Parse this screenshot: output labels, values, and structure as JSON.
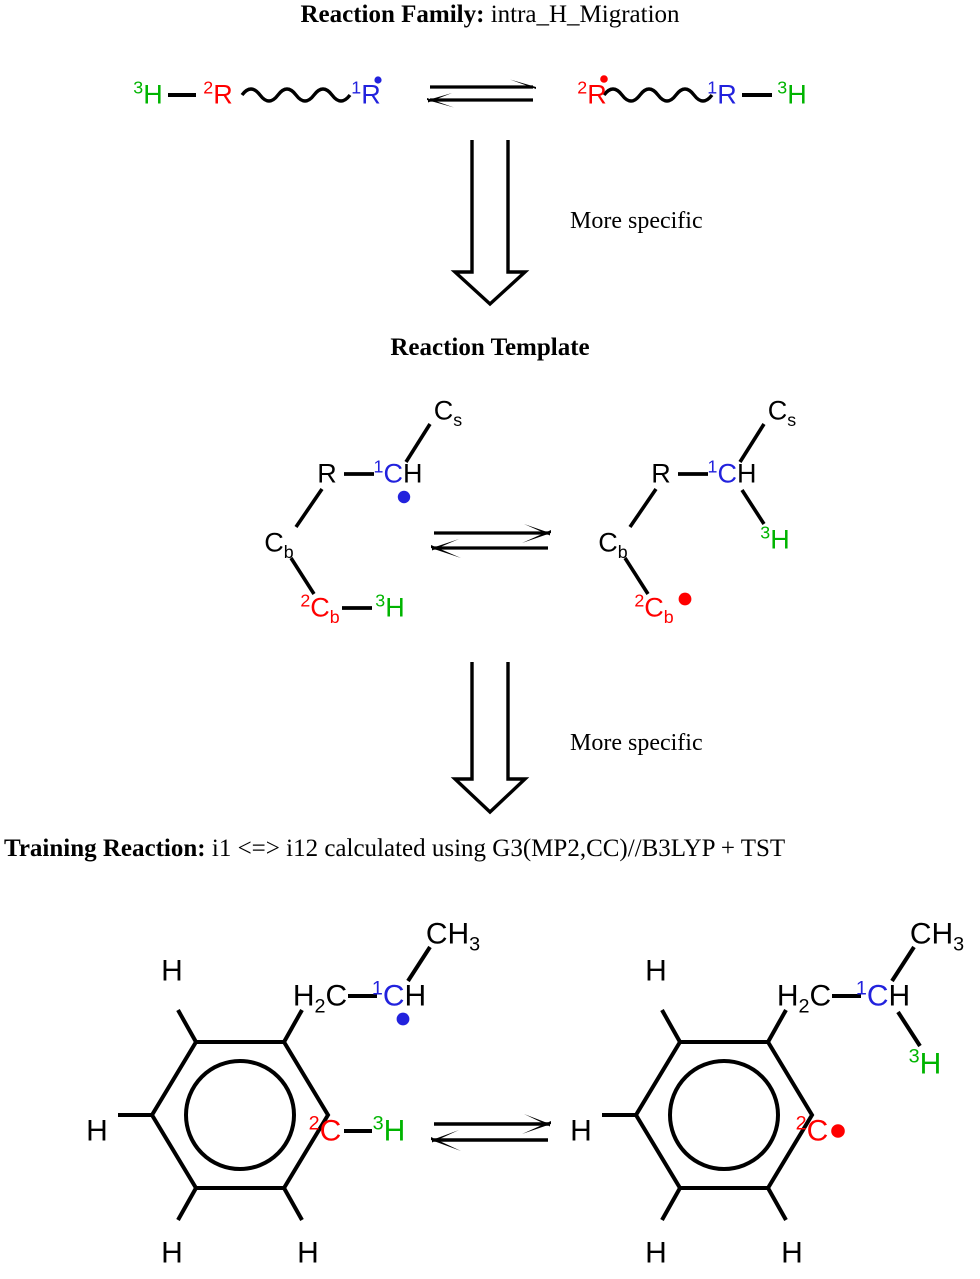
{
  "headings": {
    "family_bold": "Reaction Family:",
    "family_value": " intra_H_Migration",
    "template": "Reaction Template",
    "training_bold": "Training Reaction:",
    "training_value": " i1 <=> i12 calculated using G3(MP2,CC)//B3LYP + TST"
  },
  "annotations": {
    "more_specific_1": "More specific",
    "more_specific_2": "More specific"
  },
  "colors": {
    "red": "#ff0000",
    "green": "#00b400",
    "blue": "#2222dd",
    "black": "#000000",
    "background": "#ffffff"
  },
  "family_scheme": {
    "left": {
      "a1_sup": "3",
      "a1": "H",
      "a2_sup": "2",
      "a2": "R",
      "a3_sup": "1",
      "a3": "R",
      "radical_on": "a3"
    },
    "right": {
      "a1_sup": "2",
      "a1": "R",
      "a2_sup": "1",
      "a2": "R",
      "a3_sup": "3",
      "a3": "H",
      "radical_on": "a1"
    },
    "bond_style": "squiggle",
    "arrow": "equilibrium"
  },
  "template_scheme": {
    "left": {
      "cs": "C",
      "cs_sub": "s",
      "r": "R",
      "c1_sup": "1",
      "c1": "C",
      "c1_h": "H",
      "cb": "C",
      "cb_sub": "b",
      "c2b_sup": "2",
      "c2b": "C",
      "c2b_sub": "b",
      "h3_sup": "3",
      "h3": "H",
      "radical": "blue-dot-on-C1"
    },
    "right": {
      "cs": "C",
      "cs_sub": "s",
      "r": "R",
      "c1_sup": "1",
      "c1": "C",
      "c1_h": "H",
      "cb": "C",
      "cb_sub": "b",
      "c2b_sup": "2",
      "c2b": "C",
      "c2b_sub": "b",
      "h3_sup": "3",
      "h3": "H",
      "radical": "red-dot-on-C2b"
    },
    "arrow": "equilibrium"
  },
  "training_scheme": {
    "left": {
      "ch3": "CH",
      "ch3_sub": "3",
      "h2c": "H",
      "h2c_sub": "2",
      "h2c_c": "C",
      "c1_sup": "1",
      "c1": "C",
      "c1_h": "H",
      "c2_sup": "2",
      "c2": "C",
      "h3_sup": "3",
      "h3": "H",
      "ring_h": [
        "H",
        "H",
        "H",
        "H"
      ],
      "radical": "blue-dot-on-C1",
      "ring": "benzene-aromatic-circle"
    },
    "right": {
      "ch3": "CH",
      "ch3_sub": "3",
      "h2c": "H",
      "h2c_sub": "2",
      "h2c_c": "C",
      "c1_sup": "1",
      "c1": "C",
      "c1_h": "H",
      "c2_sup": "2",
      "c2": "C",
      "h3_sup": "3",
      "h3": "H",
      "ring_h": [
        "H",
        "H",
        "H",
        "H"
      ],
      "radical": "red-dot-on-C2",
      "ring": "benzene-aromatic-circle"
    },
    "arrow": "equilibrium"
  }
}
